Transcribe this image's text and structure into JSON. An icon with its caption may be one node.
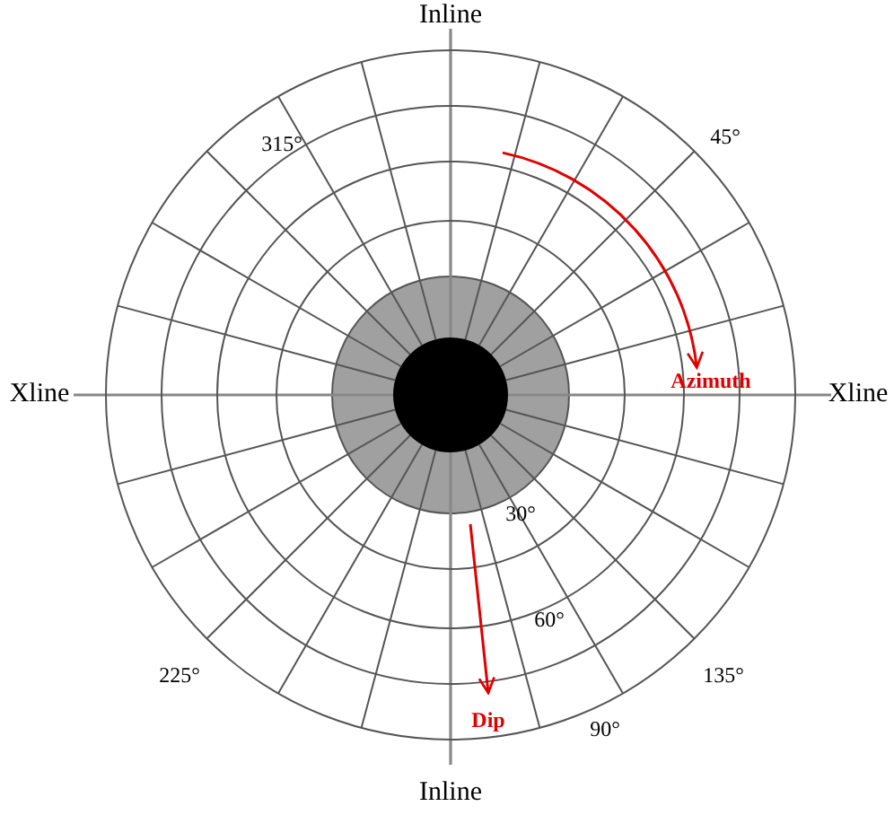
{
  "diagram": {
    "labels": [
      "Inline",
      "315°",
      "45°",
      "Xline",
      "Azimuth",
      "Xline",
      "30°",
      "60°",
      "225°",
      "135°",
      "Dip",
      "90°",
      "Inline"
    ]
  }
}
